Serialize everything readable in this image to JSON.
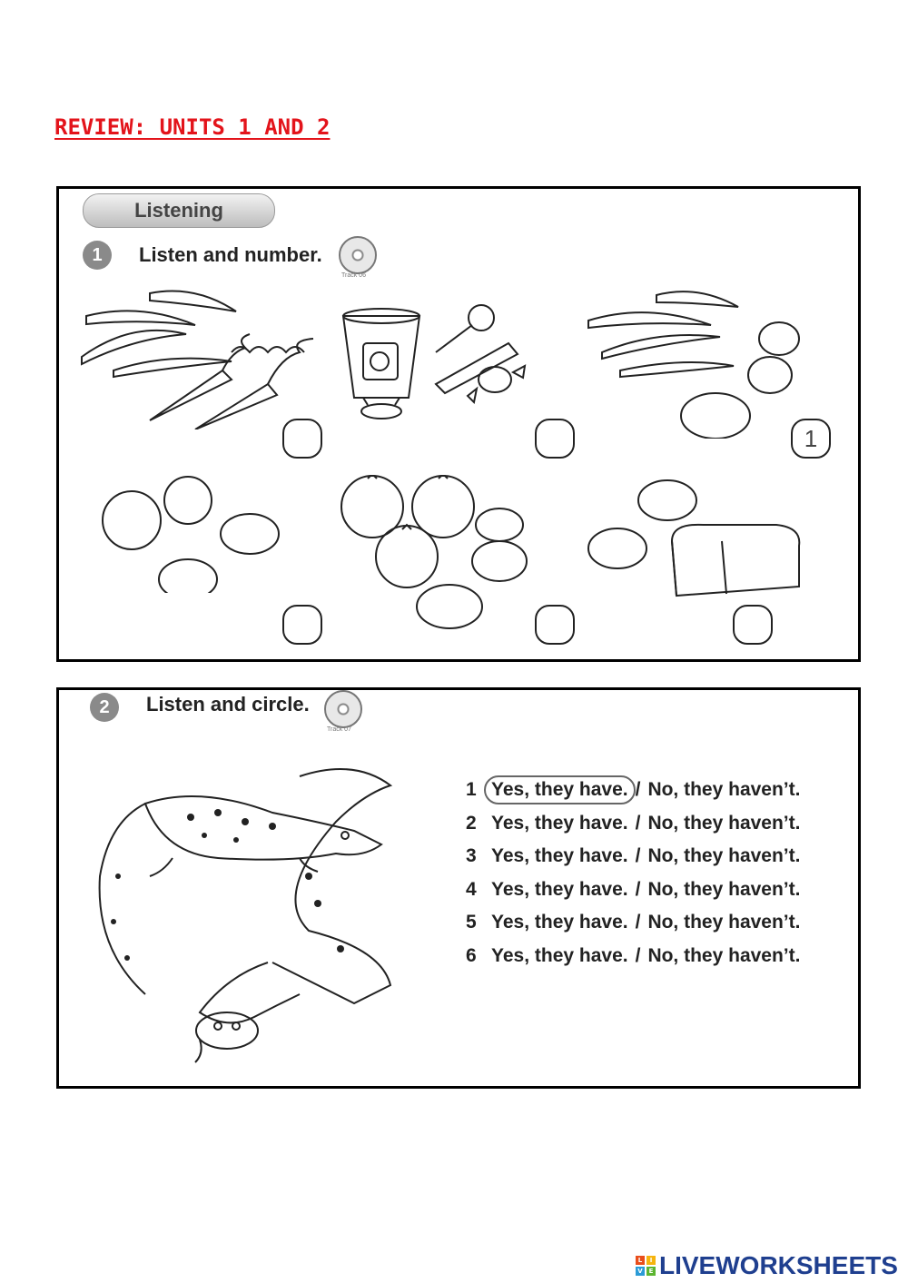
{
  "title": "REVIEW: UNITS 1 AND 2",
  "section1": {
    "header": "Listening",
    "number": "1",
    "instruction": "Listen and number.",
    "track": "Track 06",
    "answers": [
      "",
      "",
      "1",
      "",
      "",
      ""
    ],
    "pictures": [
      "green-beans-and-carrots",
      "yogurt-and-candies",
      "green-beans-and-potatoes",
      "oranges-and-lemons",
      "tomatoes-and-potatoes",
      "lemons-and-bread"
    ]
  },
  "section2": {
    "number": "2",
    "instruction": "Listen and circle.",
    "track": "Track 07",
    "picture": "lizard-and-snake",
    "items": [
      {
        "n": "1",
        "yes": "Yes, they have.",
        "sep": "/",
        "no": "No, they haven’t."
      },
      {
        "n": "2",
        "yes": "Yes, they have.",
        "sep": "/",
        "no": "No, they haven’t."
      },
      {
        "n": "3",
        "yes": "Yes, they have.",
        "sep": "/",
        "no": "No, they haven’t."
      },
      {
        "n": "4",
        "yes": "Yes, they have.",
        "sep": "/",
        "no": "No, they haven’t."
      },
      {
        "n": "5",
        "yes": "Yes, they have.",
        "sep": "/",
        "no": "No, they haven’t."
      },
      {
        "n": "6",
        "yes": "Yes, they have.",
        "sep": "/",
        "no": "No, they haven’t."
      }
    ]
  },
  "footer": {
    "logo_text": "LIVEWORKSHEETS",
    "logo_icon": "liveworksheets-logo-icon"
  },
  "colors": {
    "title": "#e3141b",
    "logo": "#1f3f8f",
    "border": "#000000"
  }
}
